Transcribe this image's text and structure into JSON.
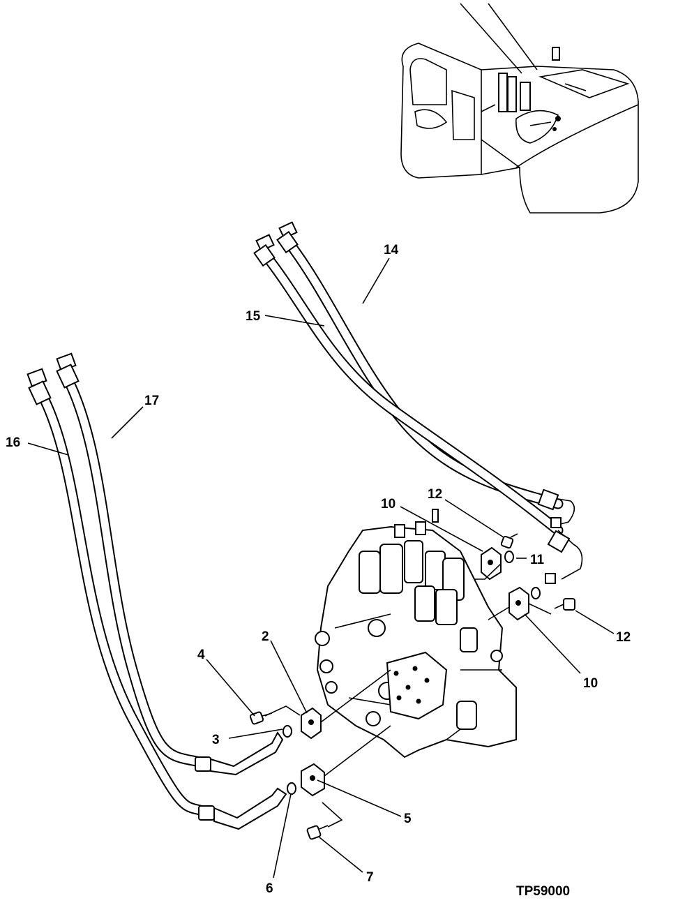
{
  "figure_id": "TP59000",
  "callouts": [
    {
      "key": "14",
      "text": "14"
    },
    {
      "key": "15",
      "text": "15"
    },
    {
      "key": "16",
      "text": "16"
    },
    {
      "key": "17",
      "text": "17"
    },
    {
      "key": "10a",
      "text": "10"
    },
    {
      "key": "12a",
      "text": "12"
    },
    {
      "key": "11",
      "text": "11"
    },
    {
      "key": "12b",
      "text": "12"
    },
    {
      "key": "10b",
      "text": "10"
    },
    {
      "key": "2",
      "text": "2"
    },
    {
      "key": "4",
      "text": "4"
    },
    {
      "key": "3",
      "text": "3"
    },
    {
      "key": "5",
      "text": "5"
    },
    {
      "key": "6",
      "text": "6"
    },
    {
      "key": "7",
      "text": "7"
    }
  ],
  "icons": {
    "excavator_locator": "excavator-icon",
    "control_valve": "control-valve-icon"
  }
}
